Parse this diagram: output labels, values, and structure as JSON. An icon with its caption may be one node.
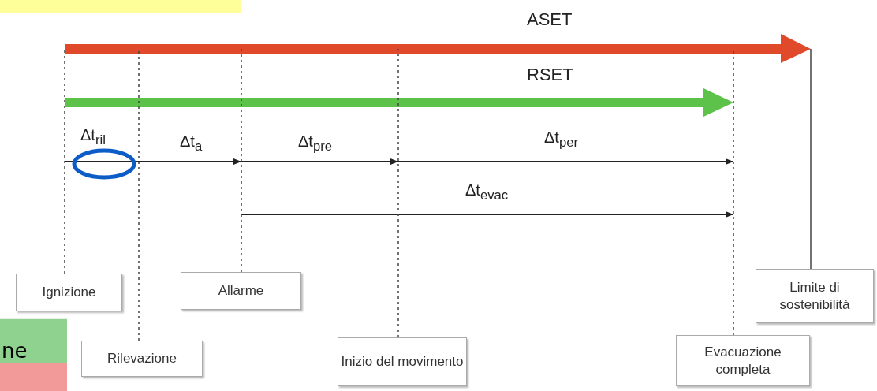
{
  "diagram": {
    "nodes": [
      {
        "text": [
          "Ignizione"
        ]
      },
      {
        "text": [
          "Rilevazione"
        ]
      },
      {
        "text": [
          "Allarme"
        ]
      },
      {
        "text": [
          "Inizio del movimento"
        ]
      },
      {
        "text": [
          "Evacuazione completa"
        ]
      },
      {
        "text": [
          "Limite di sostenibilità"
        ]
      }
    ],
    "edges": [
      {
        "from": 0,
        "to": null,
        "arrow": "none",
        "style": "dashed"
      },
      {
        "from": 1,
        "to": null,
        "arrow": "none",
        "style": "dashed"
      },
      {
        "from": 2,
        "to": null,
        "arrow": "none",
        "style": "dashed"
      },
      {
        "from": 3,
        "to": null,
        "arrow": "none",
        "style": "dashed"
      },
      {
        "from": 4,
        "to": null,
        "arrow": "none",
        "style": "dashed"
      },
      {
        "from": 5,
        "to": null,
        "arrow": "none"
      }
    ],
    "labels": [
      "ASET",
      "RSET",
      "Δt$_{ril}$",
      "Δt$_{a}$",
      "Δt$_{pre}$",
      "Δt$_{per}$",
      "Δt$_{evac}$",
      "ne"
    ]
  }
}
